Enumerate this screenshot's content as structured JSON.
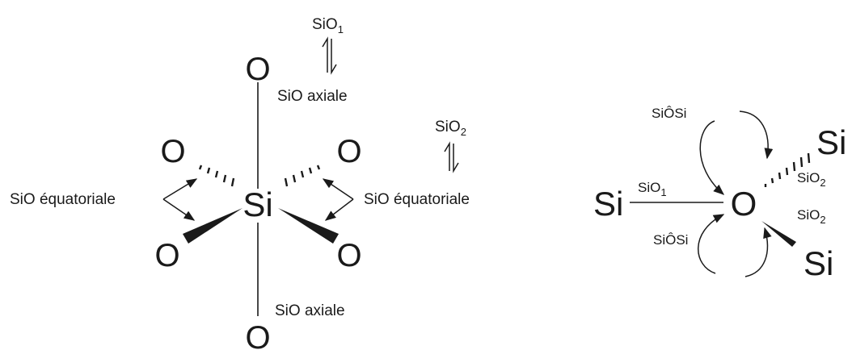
{
  "octahedron": {
    "center_atom": "Si",
    "ligand_atom": "O",
    "label_sio1": {
      "base": "SiO",
      "sub": "1"
    },
    "label_sio2": {
      "base": "SiO",
      "sub": "2"
    },
    "label_axial": "SiO axiale",
    "label_equatorial": "SiO équatoriale"
  },
  "bridge": {
    "atom_si": "Si",
    "atom_o": "O",
    "label_angle": "SiÔSi",
    "label_sio1": {
      "base": "SiO",
      "sub": "1"
    },
    "label_sio2": {
      "base": "SiO",
      "sub": "2"
    }
  }
}
